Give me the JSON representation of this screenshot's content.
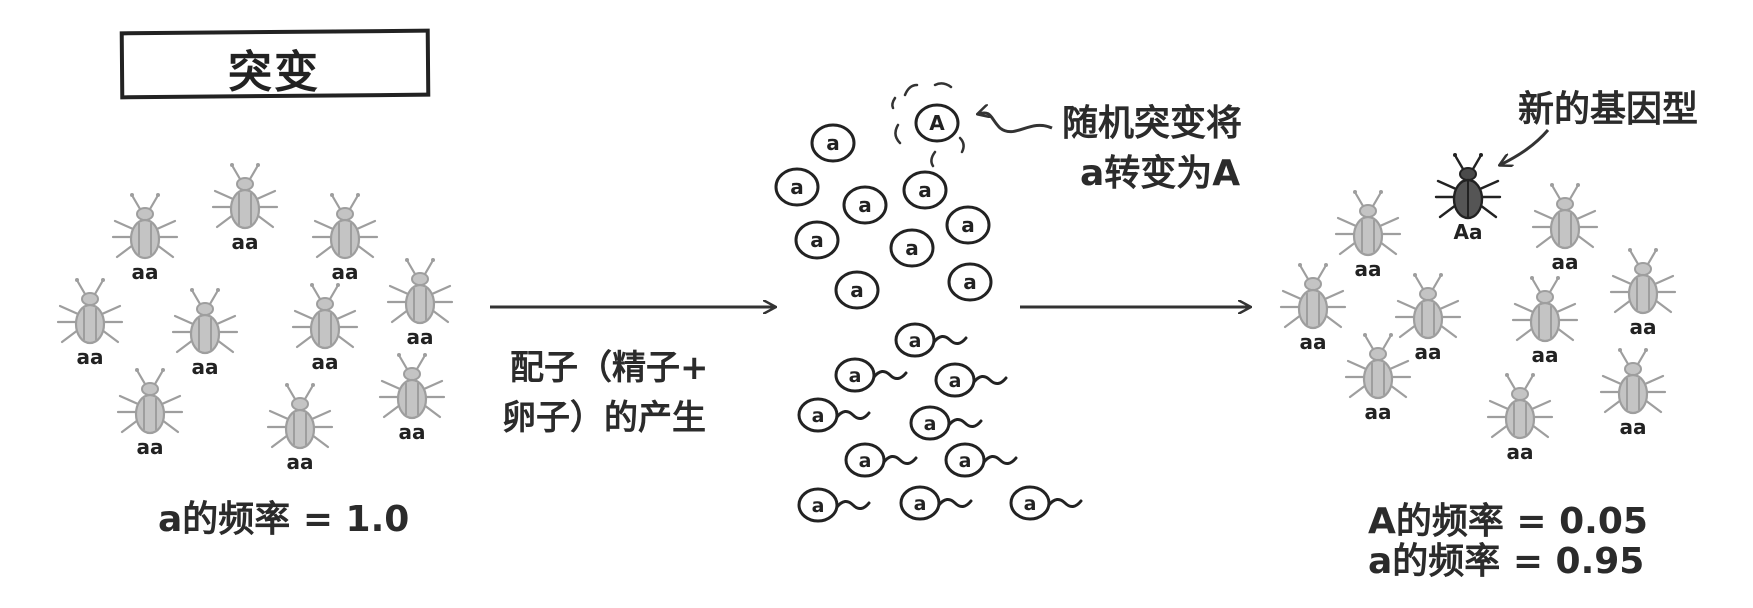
{
  "title": "突变",
  "arrow_label": {
    "line1": "配子（精子+",
    "line2": "卵子）的产生"
  },
  "mutation_note": {
    "line1": "随机突变将",
    "line2": "a转变为A"
  },
  "new_genotype_label": "新的基因型",
  "left_freq": "a的频率 = 1.0",
  "right_freq": {
    "A": "A的频率 = 0.05",
    "a": "a的频率 = 0.95"
  },
  "genotype_aa": "aa",
  "genotype_Aa": "Aa",
  "allele_a": "a",
  "allele_A": "A",
  "colors": {
    "beetle_gray": "#b3b3b3",
    "beetle_dark": "#3a3a3a",
    "ink": "#222222"
  },
  "icons": [
    "beetle-icon",
    "egg-icon",
    "sperm-icon",
    "arrow-icon"
  ]
}
